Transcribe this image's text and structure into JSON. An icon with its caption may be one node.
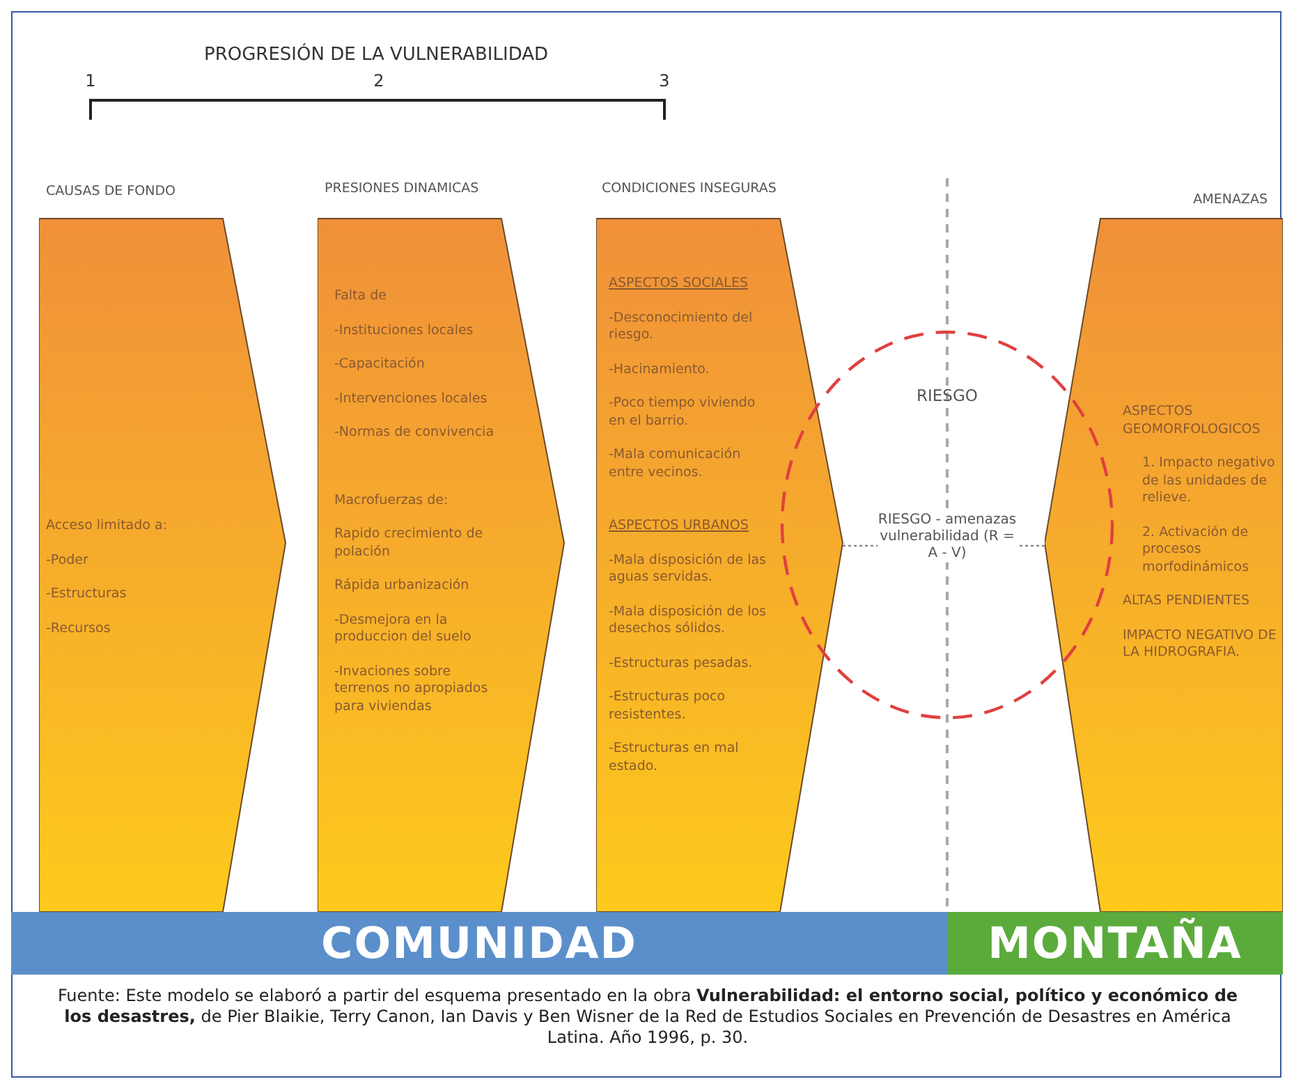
{
  "diagram": {
    "caption": "Fuente: Este modelo se elaboró a partir del esquema presentado en la obra **Vulnerabilidad: el entorno social, político y económico de los desastres,** de Pier Blaikie, Terry Canon, Ian Davis y Ben Wisner de la Red de Estudios Sociales en Prevención de Desastres en América Latina. Año 1996, p. 30.",
    "nodes": [
      {
        "text": [
          "CAUSAS DE FONDO",
          "Acceso limitado a:",
          "-Poder",
          "-Estructuras",
          "-Recursos"
        ]
      },
      {
        "text": [
          "PRESIONES DINAMICAS",
          "Falta de",
          "-Instituciones locales",
          "-Capacitación",
          "-Intervenciones locales",
          "-Normas de convivencia",
          "Macrofuerzas de:",
          "Rapido crecimiento de polación",
          "Rápida urbanización",
          "-Desmejora en la produccion del suelo",
          "-Invaciones sobre terrenos no apropiados para viviendas"
        ]
      },
      {
        "text": [
          "CONDICIONES INSEGURAS",
          "ASPECTOS SOCIALES",
          "-Desconocimiento del riesgo.",
          "-Hacinamiento.",
          "-Poco tiempo viviendo en el barrio.",
          "-Mala comunicación entre vecinos.",
          "ASPECTOS URBANOS",
          "-Mala disposición de las aguas servidas.",
          "-Mala disposición de los desechos sólidos.",
          "-Estructuras pesadas.",
          "-Estructuras poco resistentes.",
          "-Estructuras en mal estado."
        ]
      },
      {
        "text": [
          "AMENAZAS",
          "ASPECTOS GEOMORFOLOGICOS",
          "1. Impacto negativo de las unidades de relieve.",
          "2. Activación de procesos morfodinámicos",
          "ALTAS PENDIENTES",
          "IMPACTO NEGATIVO DE LA HIDROGRAFIA."
        ]
      },
      {
        "text": [
          "RIESGO"
        ]
      },
      {
        "text": [
          "RIESGO - amenazas vulnerabilidad (R = A - V)"
        ],
        "in": 4
      },
      {
        "text": [
          "COMUNIDAD"
        ]
      },
      {
        "text": [
          "MONTAÑA"
        ]
      }
    ],
    "edges": [
      {
        "from": 2,
        "to": 5,
        "arrow": "none",
        "style": "dashed"
      },
      {
        "from": 3,
        "to": 5,
        "arrow": "none",
        "style": "dashed"
      }
    ],
    "labels": [
      "PROGRESIÓN DE LA VULNERABILIDAD",
      "1",
      "2",
      "3"
    ]
  }
}
